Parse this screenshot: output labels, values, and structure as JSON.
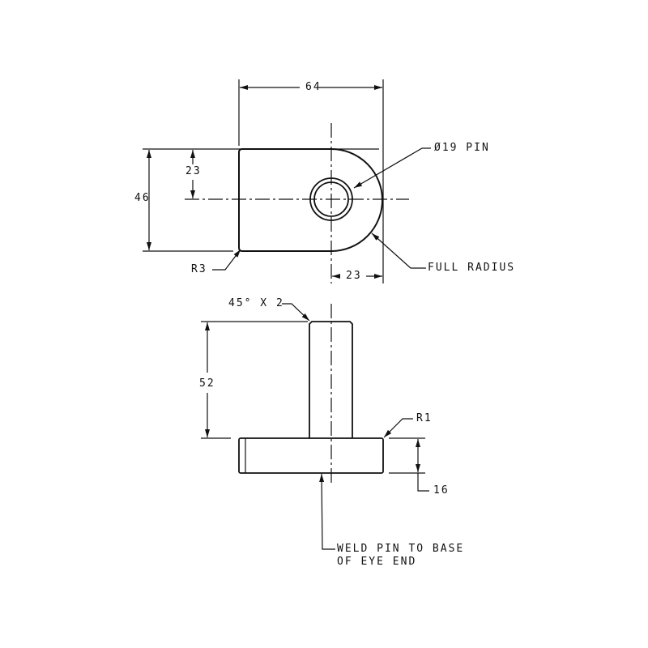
{
  "top_view": {
    "width_dim": "64",
    "height_dim": "46",
    "center_height_dim": "23",
    "center_to_edge_dim": "23",
    "pin_note": "Ø19 PIN",
    "radius_note": "FULL RADIUS",
    "corner_radius_note": "R3"
  },
  "side_view": {
    "chamfer_note": "45° X 2",
    "pin_height_dim": "52",
    "base_thickness_dim": "16",
    "edge_radius_note": "R1",
    "weld_note_line1": "WELD PIN TO BASE",
    "weld_note_line2": "OF EYE END"
  },
  "colors": {
    "ink": "#111111",
    "background": "#ffffff"
  }
}
